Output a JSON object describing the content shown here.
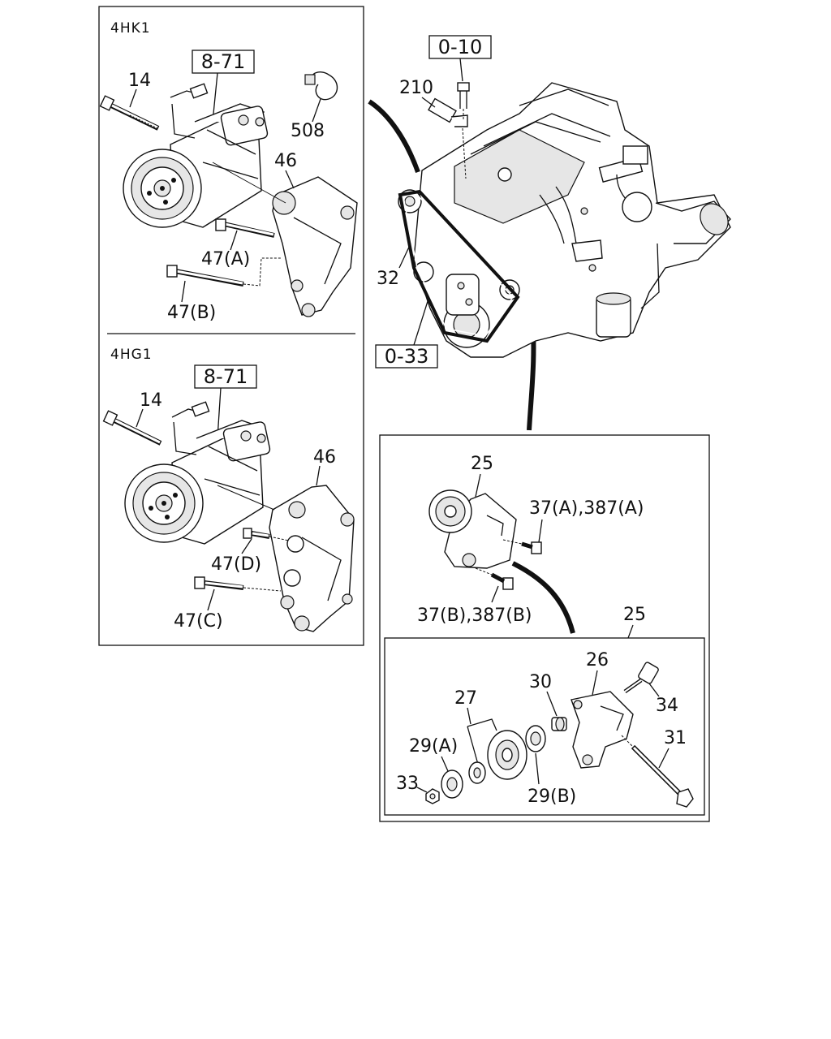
{
  "engines": {
    "top": "4HK1",
    "bottom": "4HG1"
  },
  "refs": {
    "compressor_top": "8-71",
    "compressor_bottom": "8-71",
    "bolt_top": "0-10",
    "belt": "0-33"
  },
  "labels": {
    "bolt_14_top": "14",
    "clip_508": "508",
    "bracket_46_top": "46",
    "bolt_47a": "47(A)",
    "bolt_47b": "47(B)",
    "bolt_14_bottom": "14",
    "bracket_46_bottom": "46",
    "bolt_47d": "47(D)",
    "bolt_47c": "47(C)",
    "bolt_210": "210",
    "belt_32": "32",
    "tensioner_25": "25",
    "bolt_37a": "37(A),387(A)",
    "bolt_37b": "37(B),387(B)",
    "tensioner_25_detail": "25",
    "pulley_27": "27",
    "spacer_30": "30",
    "bracket_26": "26",
    "bolt_34": "34",
    "bolt_31": "31",
    "bearing_29a": "29(A)",
    "nut_33": "33",
    "bearing_29b": "29(B)"
  }
}
